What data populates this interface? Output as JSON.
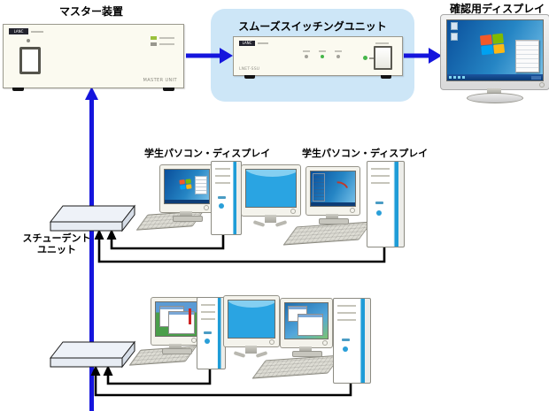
{
  "diagram": {
    "master": {
      "label": "マスター装置",
      "brand": "LANC",
      "panel_text": "MASTER UNIT"
    },
    "switching": {
      "label": "スムーズスイッチングユニット",
      "brand": "LANC",
      "model": "LNET-SSU"
    },
    "confirm": {
      "label": "確認用ディスプレイ"
    },
    "stations": {
      "label_left": "学生パソコン・ディスプレイ",
      "label_right": "学生パソコン・ディスプレイ"
    },
    "student_unit": {
      "line1": "スチューデント",
      "line2": "ユニット"
    },
    "colors": {
      "connection_blue": "#1515dd",
      "cable_black": "#000000",
      "switching_panel_bg": "#cde6f7",
      "device_face": "#fbfaf0",
      "tower_accent": "#1e9cd7",
      "screen_blue": "#2aa4e2"
    }
  }
}
